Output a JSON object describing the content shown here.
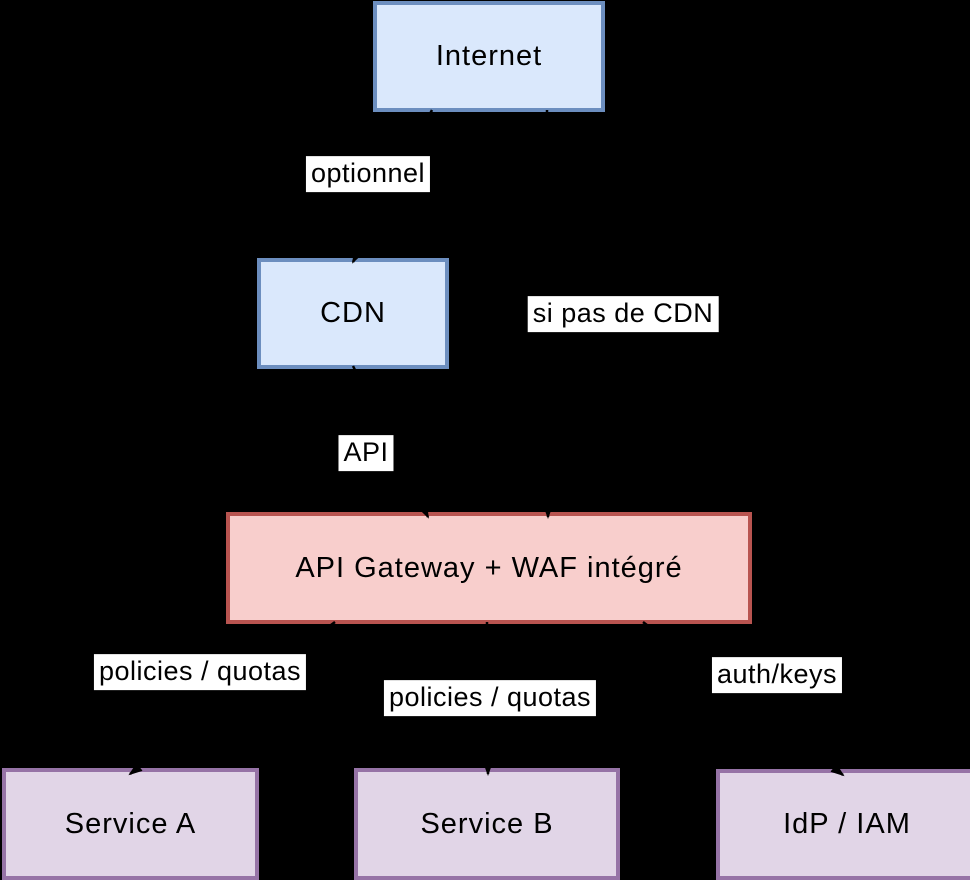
{
  "colors": {
    "background": "#000000",
    "blue_fill": "#dae8fc",
    "blue_stroke": "#6c8ebf",
    "pink_fill": "#f8cecc",
    "pink_stroke": "#b85450",
    "purple_fill": "#e1d5e7",
    "purple_stroke": "#9673a6",
    "edge": "#000000",
    "label_bg": "#ffffff",
    "text": "#000000"
  },
  "diagram": {
    "type": "architecture-flow-diagram",
    "nodes": {
      "internet": {
        "label": "Internet"
      },
      "cdn": {
        "label": "CDN"
      },
      "gateway": {
        "label": "API Gateway + WAF intégré"
      },
      "service_a": {
        "label": "Service A"
      },
      "service_b": {
        "label": "Service B"
      },
      "idp": {
        "label": "IdP / IAM"
      }
    },
    "edge_labels": {
      "internet_cdn": {
        "text": "optionnel"
      },
      "internet_gateway": {
        "text": "si pas de CDN"
      },
      "cdn_gateway": {
        "text": "API"
      },
      "gateway_service_a": {
        "text": "policies / quotas"
      },
      "gateway_service_b": {
        "text": "policies / quotas"
      },
      "gateway_idp": {
        "text": "auth/keys"
      }
    }
  }
}
